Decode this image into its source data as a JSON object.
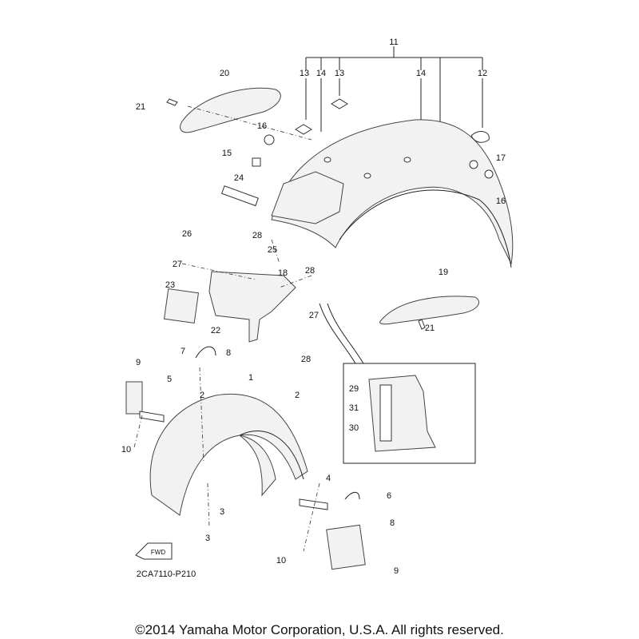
{
  "diagram": {
    "part_code": "2CA7110-P210",
    "fwd_badge": "FWD",
    "labels": [
      "11",
      "13",
      "14",
      "13",
      "14",
      "12",
      "20",
      "21",
      "16",
      "15",
      "17",
      "16",
      "24",
      "26",
      "28",
      "25",
      "18",
      "27",
      "28",
      "19",
      "23",
      "27",
      "22",
      "21",
      "7",
      "8",
      "28",
      "1",
      "9",
      "5",
      "2",
      "2",
      "29",
      "31",
      "30",
      "10",
      "4",
      "6",
      "3",
      "8",
      "3",
      "10",
      "9"
    ]
  },
  "footer": {
    "copyright": "©2014 Yamaha Motor Corporation, U.S.A. All rights reserved."
  }
}
